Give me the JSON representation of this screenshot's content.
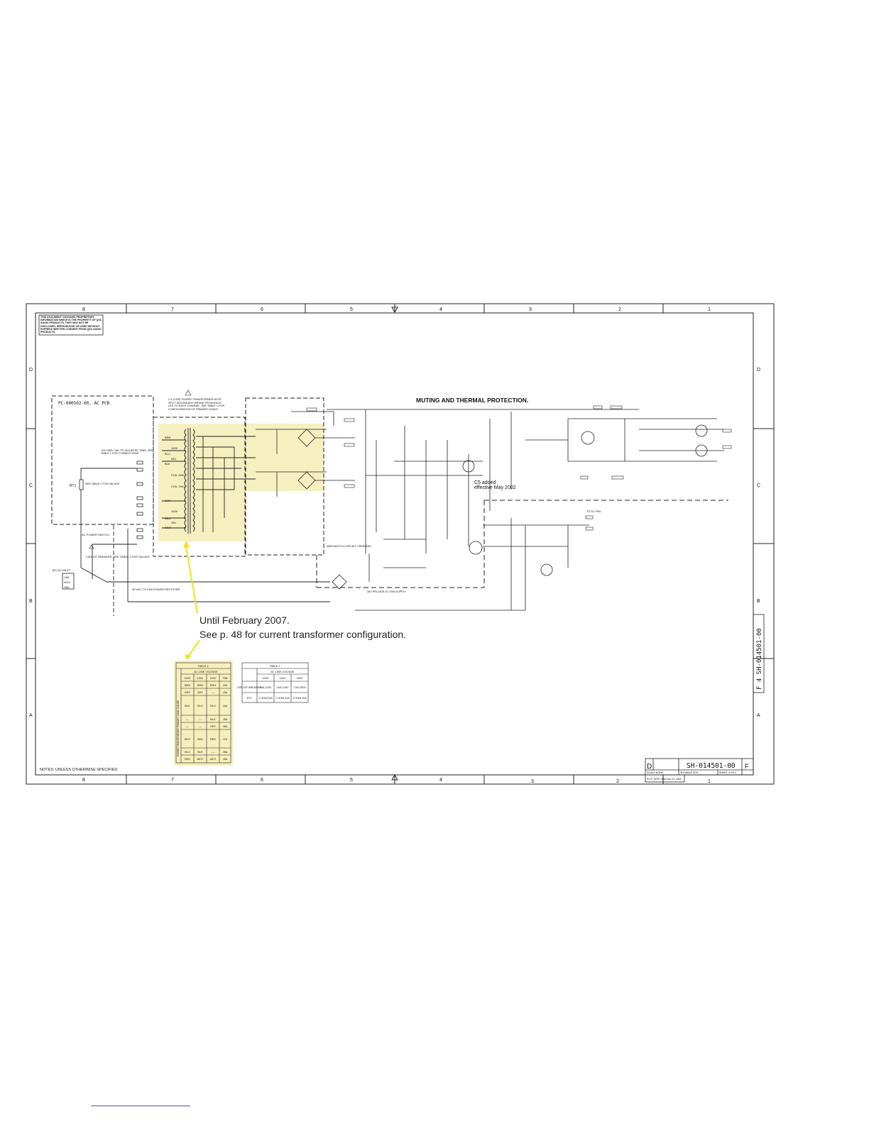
{
  "border": {
    "top_cols": [
      "8",
      "7",
      "6",
      "5",
      "4",
      "3",
      "2",
      "1"
    ],
    "bottom_cols": [
      "8",
      "7",
      "6",
      "5",
      "4",
      "3",
      "2",
      "1"
    ],
    "rows": [
      "D",
      "C",
      "B",
      "A"
    ]
  },
  "notice": "THIS DOCUMENT CONTAINS PROPRIETARY INFORMATION WHICH IS THE PROPERTY OF QSC AUDIO PRODUCTS. THEY MAY NOT BE DISCLOSED, REPRODUCED OR USED WITHOUT EXPRESS WRITTEN CONSENT FROM QSC AUDIO PRODUCTS.",
  "ac_pcb": {
    "label": "PC-000502-00, AC PCB",
    "jumper_note": "J2A THRU J9A, PC MOUNTED TABS, SEE TABLE 1 FOR CONNECTIONS.",
    "rt1": "RT1",
    "rt1_note": "SEE TABLE 2 FOR VALUES"
  },
  "transformer_note": "2-4 CORE POWER TRANSFORMER NOTE SPLIT SECONDARY WIRING FROM EACH LED TO EACH CHANNEL. SEE TABLE 1 FOR CONFIGURATION OF PRIMARY LEADS.",
  "section_title": "MUTING AND THERMAL PROTECTION.",
  "switch_label": "AC POWER SWITCH",
  "breaker_label": "CIRCUIT BREAKER, SEE TABLE 2 FOR VALUES",
  "inlet": {
    "label": "IEC AC INLET",
    "pins": [
      "LINE",
      "NEUT",
      "GND"
    ]
  },
  "fan_rectifier": "28 VAC TO FAN POWER RECTIFIER",
  "fan_supply": "28V PRI-SIDE DC FAN SUPPLY",
  "creepage": "MAINTAIN FULL PRI-SEC CREEPAGE",
  "to_dc_fan": "TO DC FAN",
  "c5_note": [
    "C5 added",
    "effective May 2002"
  ],
  "wire_colors": [
    "BRN",
    "100V",
    "BLU",
    "28V",
    "BLK",
    "COIL ONE",
    "COIL TWO",
    "GRY",
    "100V",
    "RED",
    "28V",
    "WHT"
  ],
  "annotation": {
    "line1": "Until February 2007.",
    "line2": "See p. 48 for current transformer configuration."
  },
  "table1": {
    "title": "TABLE 1",
    "subtitle": "AC LINE VOLTAGE",
    "side": "POWER TRANSFORMER PRIMARY LEAD COLOR",
    "header": [
      "100V",
      "120V",
      "240V",
      "TAB"
    ],
    "rows": [
      [
        "BRN",
        "BRN",
        "BRN",
        "J2A"
      ],
      [
        "GRY",
        "GRY",
        "—",
        "J3A"
      ],
      [
        "BLK",
        "BLU",
        "BLU",
        "J4A"
      ],
      [
        "—",
        "—",
        "BLK",
        "J5A"
      ],
      [
        "—",
        "—",
        "GRY",
        "J6A"
      ],
      [
        "WHT",
        "RED",
        "RED",
        "J7A"
      ],
      [
        "BLU",
        "BLK",
        "—",
        "J8A"
      ],
      [
        "RED",
        "WHT",
        "WHT",
        "J9A"
      ]
    ]
  },
  "table2": {
    "title": "TABLE 2",
    "subtitle": "AC LINE VOLTAGE",
    "header": [
      "100V",
      "120V",
      "240V"
    ],
    "rows": [
      [
        "CIRCUIT BREAKER",
        "15A-125V",
        "15A-125V",
        "7.5A-250V"
      ],
      [
        "RT1",
        "1 OHM 20A",
        "1 OHM 20A",
        "1 OHM 20A"
      ]
    ]
  },
  "notes": "NOTES: UNLESS OTHERWISE SPECIFIED",
  "title_block": {
    "size": "D",
    "dwg_no": "SH-014501-00",
    "rev": "F",
    "scale": "SCALE NONE",
    "cad": "SH14501F.SCH",
    "sheet": "SHEET 4 OF 4",
    "plot": "PLOT DATE: Wed Nov 23, 2005",
    "side_label": "F 4 SH-014501-00"
  }
}
